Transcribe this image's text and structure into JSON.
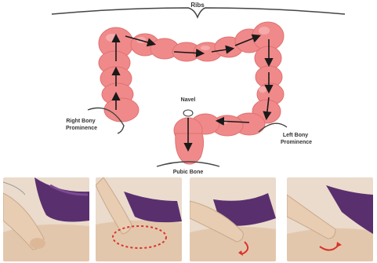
{
  "diagram": {
    "labels": {
      "ribs": "Ribs",
      "navel": "Navel",
      "right_bony": [
        "Right Bony",
        "Prominence"
      ],
      "left_bony": [
        "Left Bony",
        "Prominence"
      ],
      "pubic_bone": "Pubic Bone"
    },
    "colors": {
      "colon": "#f08a8a",
      "colon_highlight": "#f7b3b3",
      "arrow": "#1a1a1a",
      "outline": "#444444",
      "skin": "#e8cdb2",
      "skin_shadow": "#d2b090",
      "clothing": "#5a2f6e",
      "stroke_arrow": "#d9352a"
    }
  },
  "panels": [
    {
      "id": "step-1",
      "stroke_guide": "none"
    },
    {
      "id": "step-2",
      "stroke_guide": "circular-dashed"
    },
    {
      "id": "step-3",
      "stroke_guide": "curved-arrow"
    },
    {
      "id": "step-4",
      "stroke_guide": "curved-arrow"
    }
  ]
}
